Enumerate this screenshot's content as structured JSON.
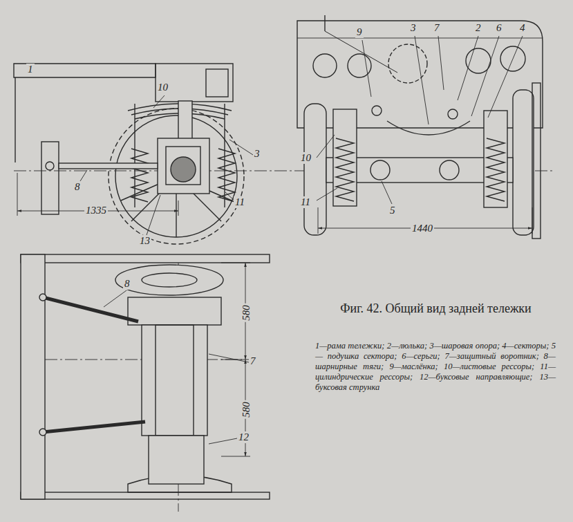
{
  "diagram": {
    "title": "Фиг. 42. Общий вид задней тележки",
    "caption": "1—рама тележки; 2—люлька; 3—шаровая опора; 4—секторы; 5 — подушка сектора; 6—серьги; 7—защитный воротник; 8—шарнирные тяги; 9—маслёнка; 10—листовые рессоры; 11—цилиндрические рессоры; 12—буксовые направляющие; 13—буксовая струнка",
    "labels": [
      "1",
      "10",
      "3",
      "8",
      "11",
      "13",
      "1335",
      "9",
      "3",
      "7",
      "2",
      "6",
      "4",
      "10",
      "11",
      "5",
      "1440",
      "8",
      "580",
      "580",
      "7",
      "12"
    ]
  }
}
